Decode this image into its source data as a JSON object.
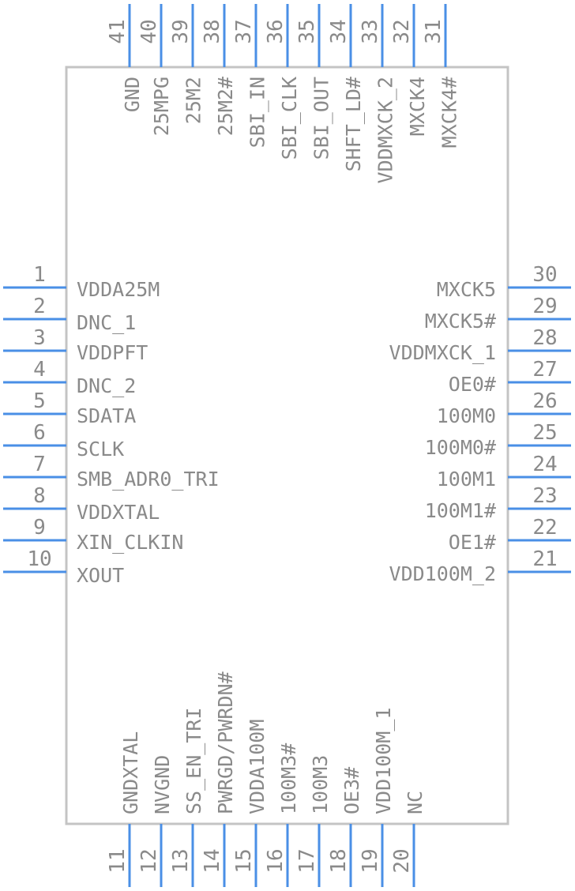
{
  "left_pins": [
    {
      "num": "1",
      "name": "VDDA25M"
    },
    {
      "num": "2",
      "name": "DNC_1"
    },
    {
      "num": "3",
      "name": "VDDPFT"
    },
    {
      "num": "4",
      "name": "DNC_2"
    },
    {
      "num": "5",
      "name": "SDATA"
    },
    {
      "num": "6",
      "name": "SCLK"
    },
    {
      "num": "7",
      "name": "SMB_ADR0_TRI"
    },
    {
      "num": "8",
      "name": "VDDXTAL"
    },
    {
      "num": "9",
      "name": "XIN_CLKIN"
    },
    {
      "num": "10",
      "name": "XOUT"
    }
  ],
  "right_pins": [
    {
      "num": "30",
      "name": "MXCK5"
    },
    {
      "num": "29",
      "name": "MXCK5#"
    },
    {
      "num": "28",
      "name": "VDDMXCK_1"
    },
    {
      "num": "27",
      "name": "OE0#"
    },
    {
      "num": "26",
      "name": "100M0"
    },
    {
      "num": "25",
      "name": "100M0#"
    },
    {
      "num": "24",
      "name": "100M1"
    },
    {
      "num": "23",
      "name": "100M1#"
    },
    {
      "num": "22",
      "name": "OE1#"
    },
    {
      "num": "21",
      "name": "VDD100M_2"
    }
  ],
  "top_pins": [
    {
      "num": "41",
      "name": "GND"
    },
    {
      "num": "40",
      "name": "25MPG"
    },
    {
      "num": "39",
      "name": "25M2"
    },
    {
      "num": "38",
      "name": "25M2#"
    },
    {
      "num": "37",
      "name": "SBI_IN"
    },
    {
      "num": "36",
      "name": "SBI_CLK"
    },
    {
      "num": "35",
      "name": "SBI_OUT"
    },
    {
      "num": "34",
      "name": "SHFT_LD#"
    },
    {
      "num": "33",
      "name": "VDDMXCK_2"
    },
    {
      "num": "32",
      "name": "MXCK4"
    },
    {
      "num": "31",
      "name": "MXCK4#"
    }
  ],
  "bottom_pins": [
    {
      "num": "11",
      "name": "GNDXTAL"
    },
    {
      "num": "12",
      "name": "NVGND"
    },
    {
      "num": "13",
      "name": "SS_EN_TRI"
    },
    {
      "num": "14",
      "name": "PWRGD/PWRDN#"
    },
    {
      "num": "15",
      "name": "VDDA100M"
    },
    {
      "num": "16",
      "name": "100M3#"
    },
    {
      "num": "17",
      "name": "100M3"
    },
    {
      "num": "18",
      "name": "OE3#"
    },
    {
      "num": "19",
      "name": "VDD100M_1"
    },
    {
      "num": "20",
      "name": "NC"
    }
  ],
  "colors": {
    "pin_line": "#4a8fe6",
    "body_outline": "#c4c4c4",
    "text": "#8a8a8a"
  }
}
